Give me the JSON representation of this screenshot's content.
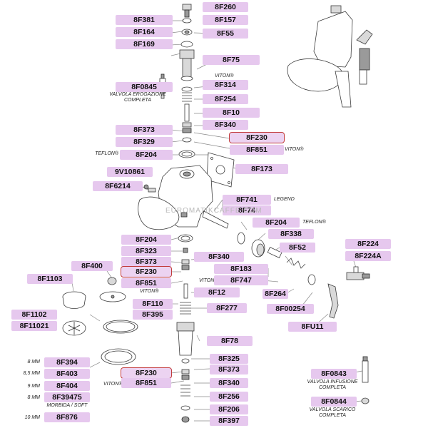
{
  "parts": {
    "p8F260": "8F260",
    "p8F381": "8F381",
    "p8F157": "8F157",
    "p8F164": "8F164",
    "p8F55": "8F55",
    "p8F169": "8F169",
    "p8F75": "8F75",
    "p8F314": "8F314",
    "p8F0845": "8F0845",
    "p8F254": "8F254",
    "p8F10": "8F10",
    "p8F340a": "8F340",
    "p8F373a": "8F373",
    "p8F230a": "8F230",
    "p8F329": "8F329",
    "p8F851a": "8F851",
    "p8F204a": "8F204",
    "p8F173": "8F173",
    "p9V10861": "9V10861",
    "p8F6214": "8F6214",
    "p8F741": "8F741",
    "p8F74": "8F74",
    "p8F204b": "8F204",
    "p8F338": "8F338",
    "p8F204c": "8F204",
    "p8F52": "8F52",
    "p8F224": "8F224",
    "p8F224A": "8F224A",
    "p8F323": "8F323",
    "p8F340b": "8F340",
    "p8F373b": "8F373",
    "p8F400": "8F400",
    "p8F183": "8F183",
    "p8F230b": "8F230",
    "p8F747": "8F747",
    "p8F1103": "8F1103",
    "p8F851b": "8F851",
    "p8F12": "8F12",
    "p8F264": "8F264",
    "p8F110": "8F110",
    "p8F277": "8F277",
    "p8F00254": "8F00254",
    "p8F395": "8F395",
    "p8F1102": "8F1102",
    "p8F11021": "8F11021",
    "p8FU11": "8FU11",
    "p8F78": "8F78",
    "p8F394": "8F394",
    "p8F325": "8F325",
    "p8F403": "8F403",
    "p8F373c": "8F373",
    "p8F230c": "8F230",
    "p8F404": "8F404",
    "p8F851c": "8F851",
    "p8F340c": "8F340",
    "p8F39475": "8F39475",
    "p8F256": "8F256",
    "p8F0843": "8F0843",
    "p8F206": "8F206",
    "p8F876": "8F876",
    "p8F0844": "8F0844",
    "p8F397": "8F397"
  },
  "notes": {
    "viton1": "VITON®",
    "valvola_erogazione": "VALVOLA EROGAZIONE",
    "completa1": "COMPLETA",
    "teflon1": "TEFLON®",
    "viton2": "VITON®",
    "legend": "LEGEND",
    "teflon2": "TEFLON®",
    "viton3": "VITON®",
    "viton4": "VITON®",
    "viton5": "VITON®",
    "mm8a": "8 MM",
    "mm85": "8,5 MM",
    "mm9": "9 MM",
    "mm8b": "8 MM",
    "morbida": "MORBIDA / SOFT",
    "mm10": "10 MM",
    "valvola_infusione": "VALVOLA INFUSIONE",
    "completa2": "COMPLETA",
    "valvola_scarico": "VALVOLA SCARICO",
    "completa3": "COMPLETA"
  },
  "watermark": "EUROMATIKCAFFE.COM"
}
